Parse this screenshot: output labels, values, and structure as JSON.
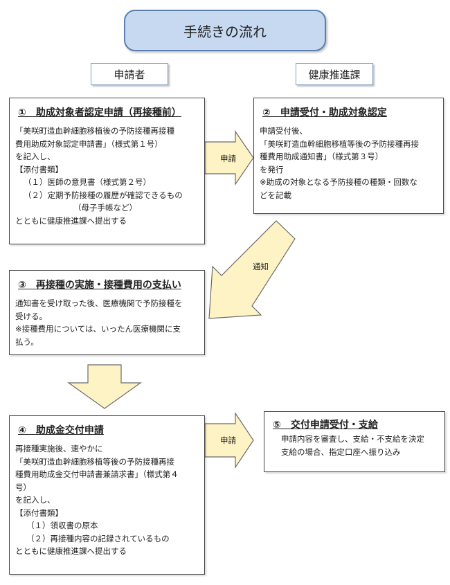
{
  "title": "手続きの流れ",
  "roles": {
    "applicant": "申請者",
    "office": "健康推進課"
  },
  "step1": {
    "title": "①　助成対象者認定申請（再接種前）",
    "lines": [
      "「美咲町造血幹細胞移植後の予防接種再接種",
      "費用助成対象認定申請書」（様式第１号）",
      "を記入し、",
      "【添付書類】",
      "（１）医師の意見書（様式第２号）",
      "（２）定期予防接種の履歴が確認できるもの",
      "（母子手帳など）",
      "とともに健康推進課へ提出する"
    ]
  },
  "step2": {
    "title": "②　申請受付・助成対象認定",
    "lines": [
      "申請受付後、",
      "「美咲町造血幹細胞移植等後の予防接種再接",
      "種費用助成通知書」（様式第３号）",
      "を発行",
      "※助成の対象となる予防接種の種類・回数な",
      "どを記載"
    ]
  },
  "step3": {
    "title": "③　再接種の実施・接種費用の支払い",
    "lines": [
      "通知書を受け取った後、医療機関で予防接種を",
      "受ける。",
      "※接種費用については、いったん医療機関に支",
      "払う。"
    ]
  },
  "step4": {
    "title": "④　助成金交付申請",
    "lines": [
      "再接種実施後、速やかに",
      "「美咲町造血幹細胞移植等後の予防接種再接",
      "種費用助成金交付申請書兼請求書」（様式第４",
      "号）",
      "を記入し、",
      "【添付書類】",
      "（１）領収書の原本",
      "（２）再接種内容の記録されているもの",
      "とともに健康推進課へ提出する"
    ]
  },
  "step5": {
    "title": "⑤　交付申請受付・支給",
    "lines": [
      "申請内容を審査し、支給・不支給を決定",
      "支給の場合、指定口座へ振り込み"
    ]
  },
  "arrows": {
    "a1": "申請",
    "a2": "通知",
    "a4": "申請"
  },
  "colors": {
    "title_fill": "#c6d9f1",
    "arrow_fill": "#fdf3c4",
    "arrow_stroke": "#6b6b6b"
  }
}
